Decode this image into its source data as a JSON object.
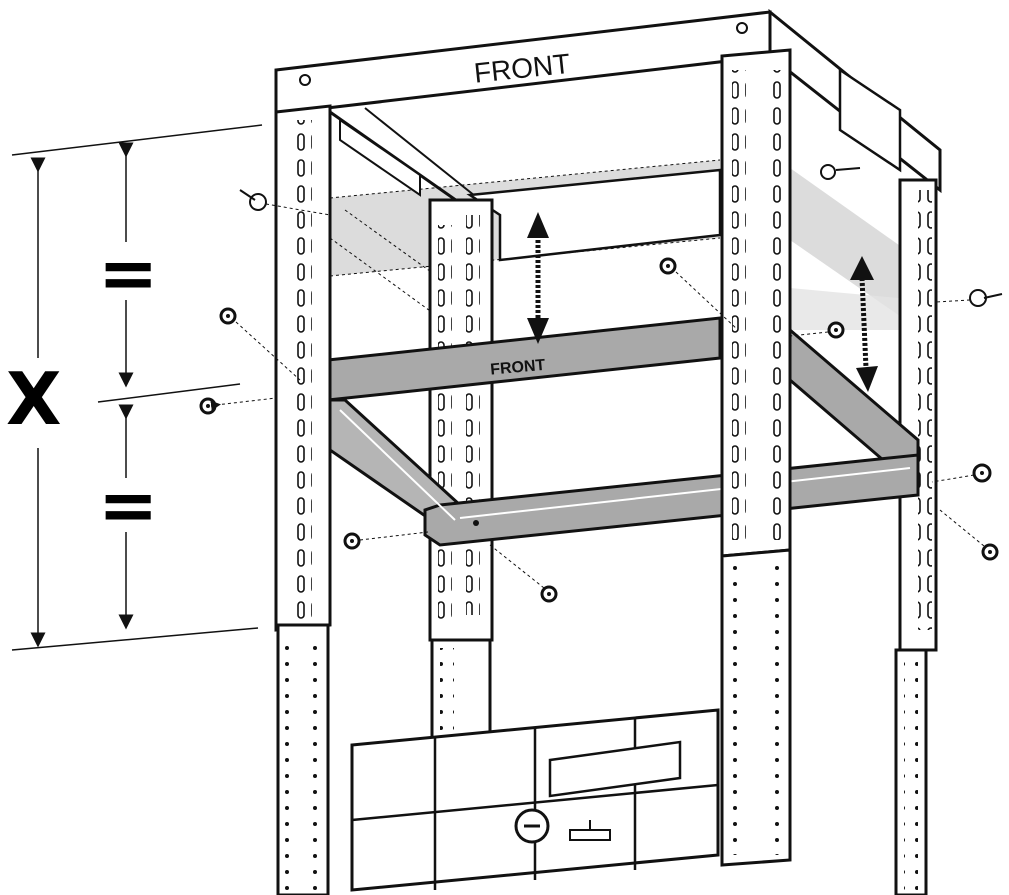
{
  "labels": {
    "top_front": "FRONT",
    "frame_front": "FRONT",
    "dimension": "X",
    "equal_top": "=",
    "equal_bottom": "="
  },
  "colors": {
    "line": "#111111",
    "rail_fill": "#a9a9a9",
    "shelf_fill": "#d6d6d6",
    "background": "#ffffff"
  },
  "icons": [
    "screw-icon",
    "double-arrow-icon"
  ]
}
